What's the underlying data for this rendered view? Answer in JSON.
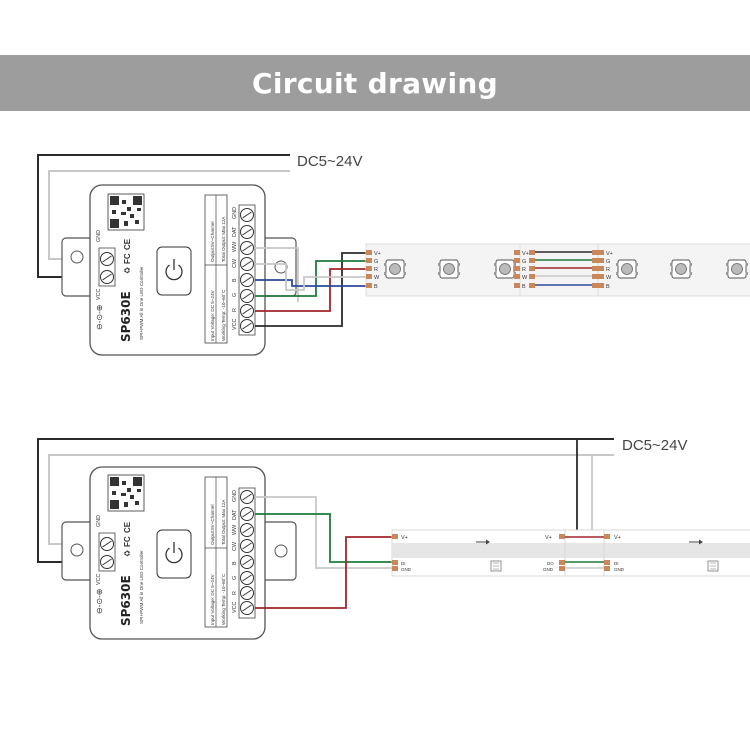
{
  "banner": {
    "title": "Circuit drawing"
  },
  "colors": {
    "black_wire": "#2b2b2b",
    "gray_wire": "#c8c8c8",
    "red_wire": "#a0262a",
    "green_wire": "#1f7a3c",
    "blue_wire": "#2b4a9a",
    "banner": "#9d9d9d",
    "pad": "#c9875a"
  },
  "icons": [
    "qr-code-icon",
    "power-button-icon",
    "screw-terminal-icon",
    "led-chip-icon",
    "arrow-right-icon",
    "dc-polarity-icon"
  ],
  "diagram1": {
    "power_label": "DC5~24V",
    "controller": {
      "model": "SP630E",
      "subtitle": "SPI+PWM All in One LED Controller",
      "spec_col1": [
        "Input Voltage: DC 5~24V",
        "Working Temp: -10~60°C"
      ],
      "spec_col2": [
        "Output:5V~Channel",
        "Total Output: Max 12A"
      ],
      "terminals_top": [
        "GND",
        "DAT",
        "WW",
        "CW",
        "B",
        "G",
        "R",
        "VCC"
      ],
      "terminals_left": [
        "VCC",
        "GND"
      ],
      "cert_marks": [
        "CE",
        "FC",
        "♻"
      ]
    },
    "strip_pads": [
      "V+",
      "G",
      "R",
      "W",
      "B"
    ]
  },
  "diagram2": {
    "power_label": "DC5~24V",
    "controller": {
      "model": "SP630E",
      "subtitle": "SPI+PWM All in One LED Controller",
      "spec_col1": [
        "Input Voltage: DC 5~24V",
        "Working Temp: -10~60°C"
      ],
      "spec_col2": [
        "Output:5V~Channel",
        "Total Output: Max 12A"
      ],
      "terminals_top": [
        "GND",
        "DAT",
        "WW",
        "CW",
        "B",
        "G",
        "R",
        "VCC"
      ],
      "terminals_left": [
        "VCC",
        "GND"
      ],
      "cert_marks": [
        "CE",
        "FC",
        "♻"
      ]
    },
    "strip_pads_left": [
      "V+",
      "DI",
      "GND"
    ],
    "strip_pads_right": [
      "V+",
      "DO",
      "GND"
    ]
  }
}
